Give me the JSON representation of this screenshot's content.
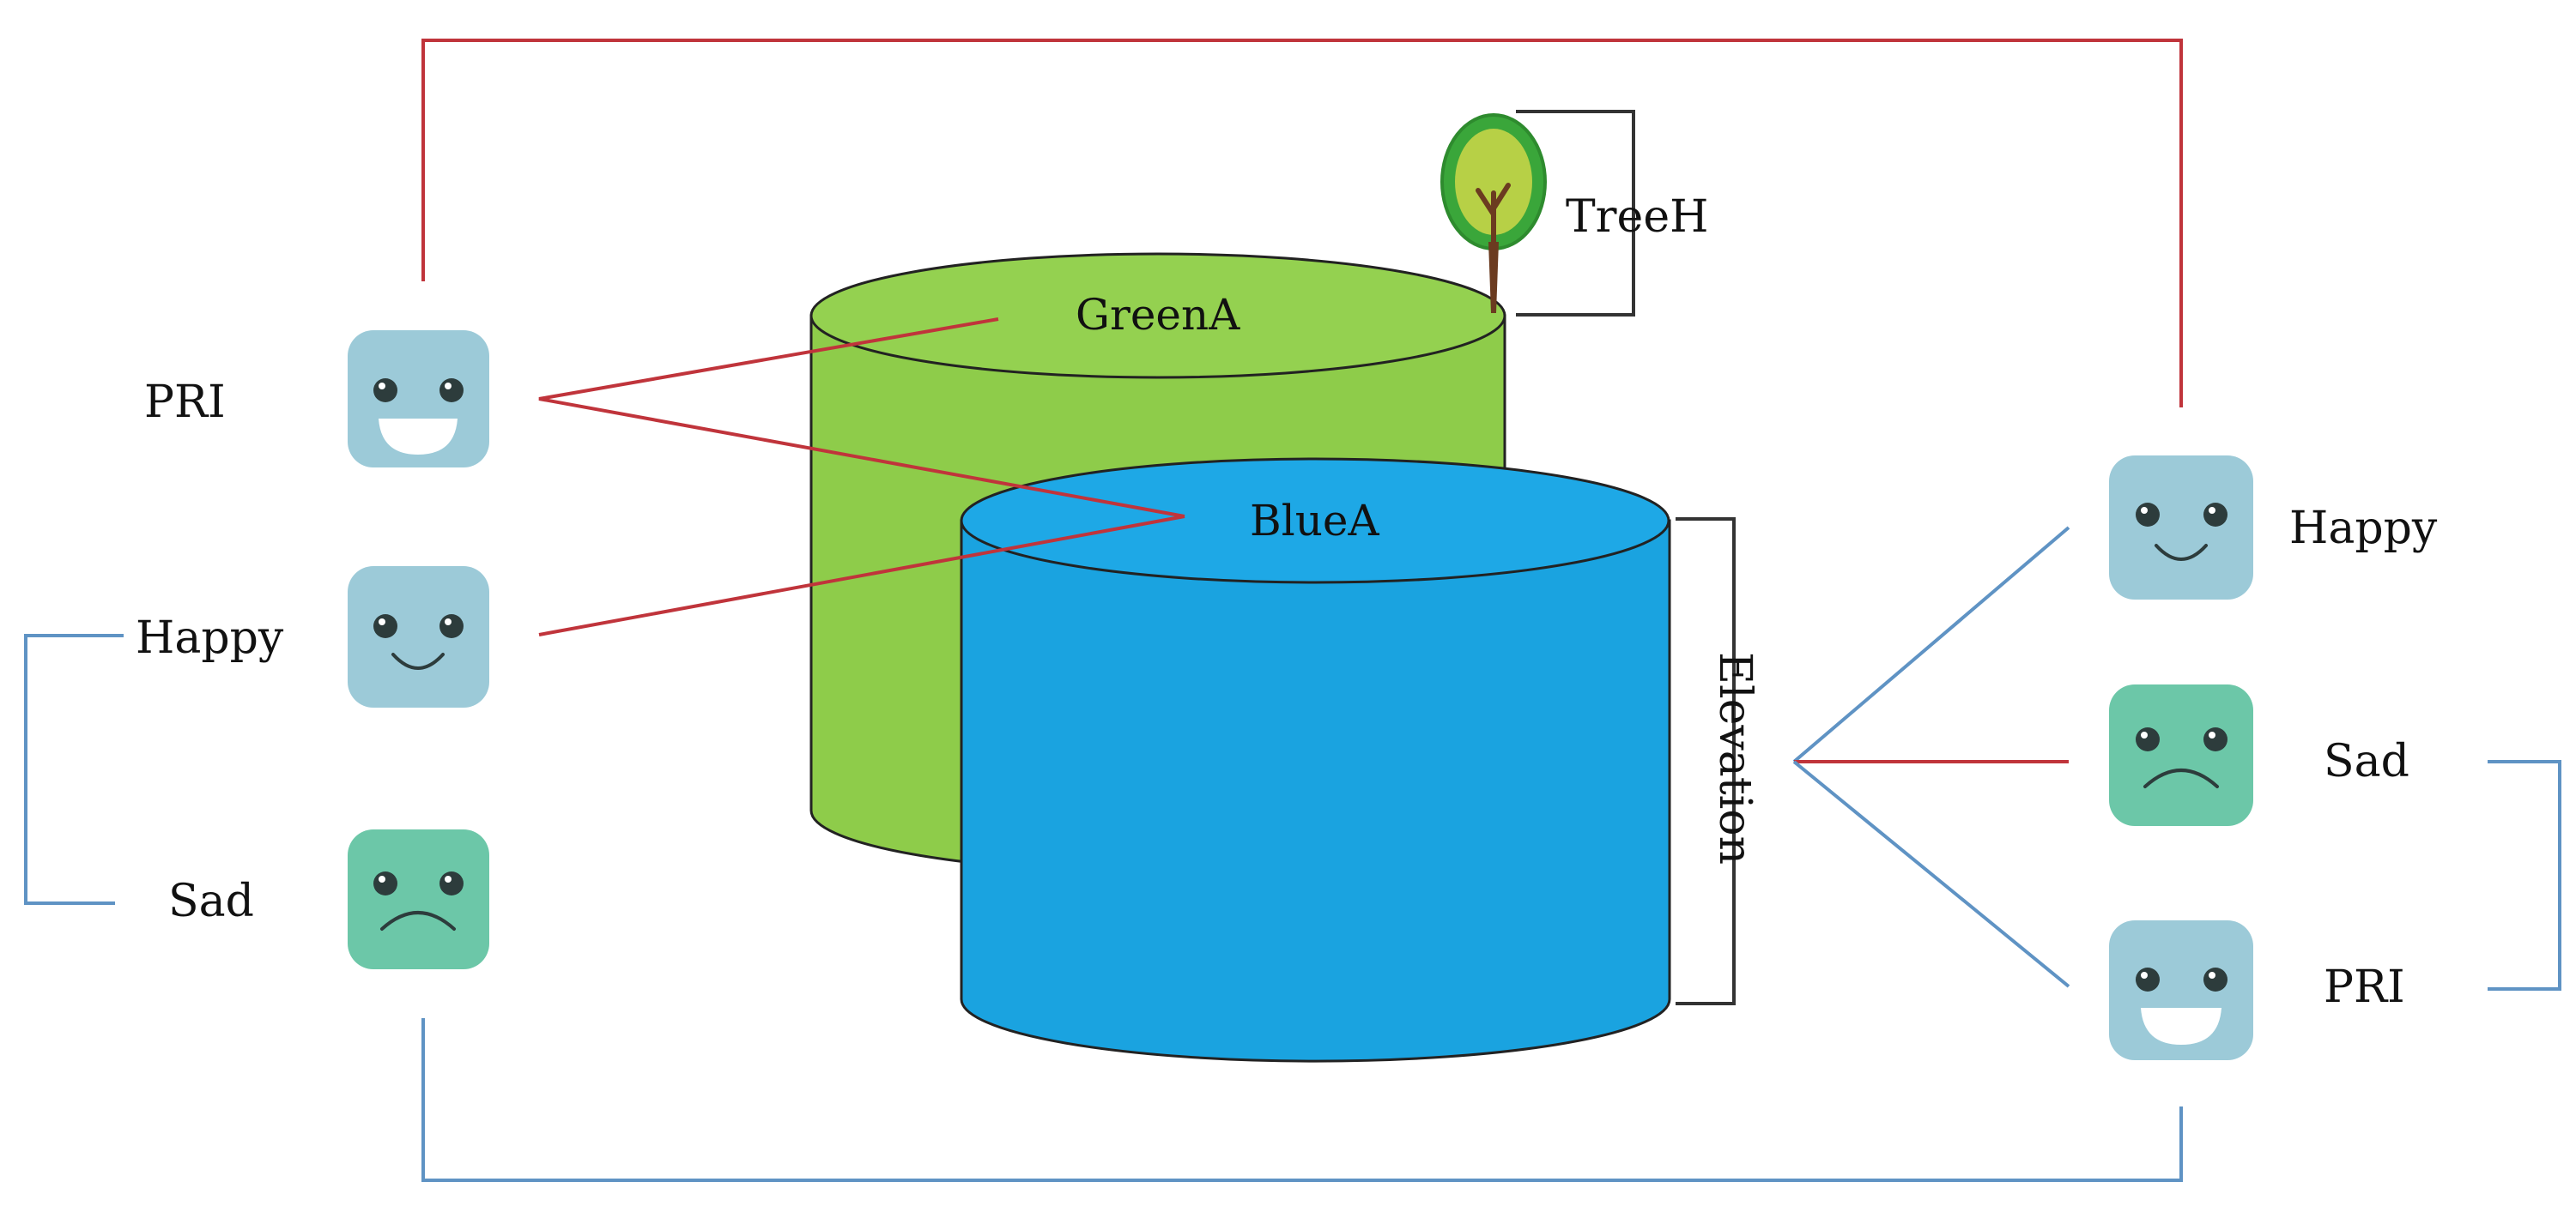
{
  "colors": {
    "green_cylinder": "#8ecc4a",
    "green_top": "#94d150",
    "blue_cylinder": "#1aa3e0",
    "blue_top": "#1ea8e6",
    "red_line": "#c0343b",
    "blue_line": "#5f93c4",
    "happy_face": "#9ccad8",
    "sad_face": "#6cc7a8",
    "bracket": "#333333"
  },
  "cylinders": {
    "green": {
      "label": "GreenA"
    },
    "blue": {
      "label": "BlueA"
    }
  },
  "tree": {
    "icon": "tree-icon",
    "label": "TreeH"
  },
  "elevation": {
    "label": "Elevation"
  },
  "left_group": {
    "pri": {
      "label": "PRI",
      "icon": "grin-face-icon"
    },
    "happy": {
      "label": "Happy",
      "icon": "smile-face-icon"
    },
    "sad": {
      "label": "Sad",
      "icon": "sad-face-icon"
    }
  },
  "right_group": {
    "happy": {
      "label": "Happy",
      "icon": "smile-face-icon"
    },
    "sad": {
      "label": "Sad",
      "icon": "sad-face-icon"
    },
    "pri": {
      "label": "PRI",
      "icon": "grin-face-icon"
    }
  }
}
